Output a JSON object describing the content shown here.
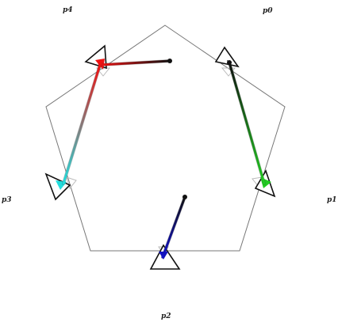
{
  "labels": {
    "p0": "p0",
    "p1": "p1",
    "p2": "p2",
    "p3": "p3",
    "p4": "p4"
  },
  "colors": {
    "pentagon": "#777777",
    "triangle": "#111111",
    "p0_pointer": "#111111",
    "p1_pointer": "#22cc22",
    "p2_pointer": "#1111cc",
    "p3_pointer": "#22dddd",
    "p4_pointer": "#ee1111"
  },
  "icons": {
    "robot_marker": "triangle-icon",
    "heading_tip": "arrowhead-dot-icon"
  }
}
